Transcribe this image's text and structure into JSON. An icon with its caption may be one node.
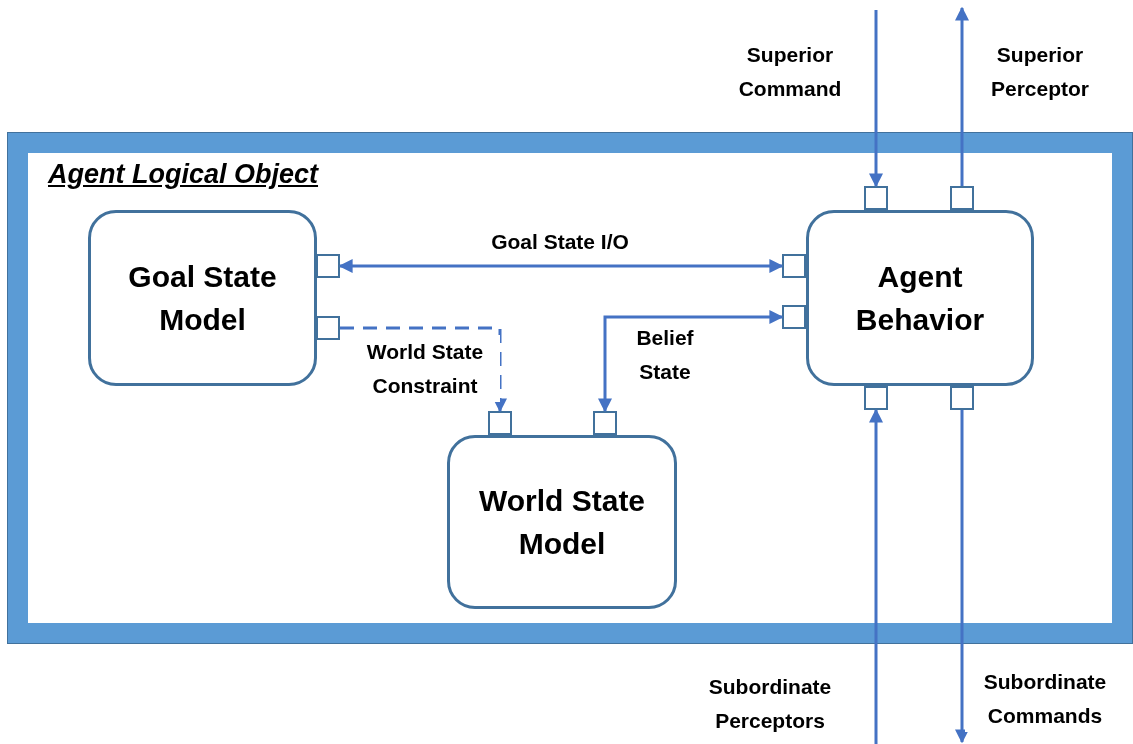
{
  "diagram": {
    "nodes": [
      {
        "text": [
          "Agent Logical Object"
        ]
      },
      {
        "text": [
          "Goal State Model"
        ],
        "in": 0
      },
      {
        "text": [
          "World State Model"
        ],
        "in": 0
      },
      {
        "text": [
          "Agent Behavior"
        ],
        "in": 0
      },
      {
        "text": [],
        "shape": "box",
        "in": 0
      },
      {
        "text": [],
        "shape": "box",
        "in": 0
      },
      {
        "text": [],
        "shape": "box",
        "in": 0
      },
      {
        "text": [],
        "shape": "box",
        "in": 0
      },
      {
        "text": [],
        "shape": "box",
        "in": 0
      },
      {
        "text": [],
        "shape": "box",
        "in": 0
      },
      {
        "text": [],
        "shape": "box",
        "in": 0
      },
      {
        "text": [],
        "shape": "box",
        "in": 0
      },
      {
        "text": [],
        "shape": "box",
        "in": 0
      },
      {
        "text": [],
        "shape": "box",
        "in": 0
      }
    ],
    "edges": [
      {
        "from": 4,
        "to": 8,
        "arrow": "both",
        "label": "Goal State I/O"
      },
      {
        "from": 5,
        "to": 6,
        "arrow": "to",
        "label": "World State Constraint",
        "style": "dashed"
      },
      {
        "from": 9,
        "to": 7,
        "arrow": "both",
        "label": "Belief State"
      },
      {
        "from": null,
        "to": 10,
        "arrow": "to",
        "label": "Superior Command"
      },
      {
        "from": 11,
        "to": null,
        "arrow": "to",
        "label": "Superior Perceptor"
      },
      {
        "from": null,
        "to": 12,
        "arrow": "to",
        "label": "Subordinate Perceptors"
      },
      {
        "from": 13,
        "to": null,
        "arrow": "to",
        "label": "Subordinate Commands"
      }
    ]
  }
}
